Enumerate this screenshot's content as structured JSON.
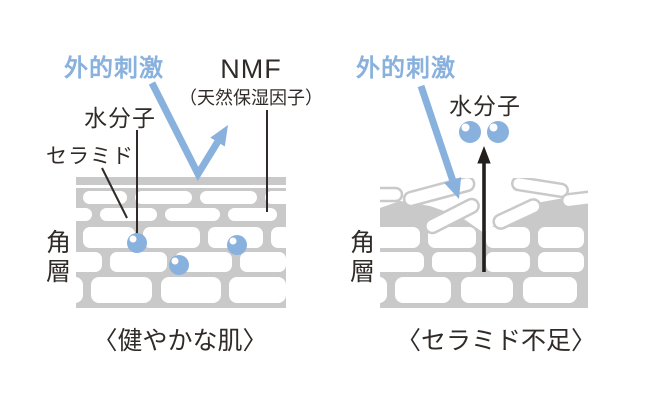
{
  "diagram_title": "skin stratum corneum moisture diagram",
  "colors": {
    "accent_blue": "#89B1DD",
    "skin_gray": "#C9C9C9",
    "brick_white": "#FFFFFF",
    "text": "#302B28",
    "arrow_black": "#231F1C"
  },
  "icons": {
    "deflect_arrow": "blue V-shaped arrow bouncing off skin surface",
    "penetrate_arrow": "blue arrow entering broken skin surface",
    "water_loss_arrow": "black arrow pointing up out of skin",
    "water_droplet": "blue circle with white highlight"
  },
  "left_panel": {
    "labels": {
      "external_stimulus": "外的刺激",
      "nmf": "NMF",
      "nmf_sub": "（天然保湿因子）",
      "water_molecule": "水分子",
      "ceramide": "セラミド",
      "stratum_corneum": "角層"
    },
    "caption": "〈健やかな肌〉"
  },
  "right_panel": {
    "labels": {
      "external_stimulus": "外的刺激",
      "water_molecule": "水分子",
      "stratum_corneum": "角層"
    },
    "caption": "〈セラミド不足〉"
  }
}
